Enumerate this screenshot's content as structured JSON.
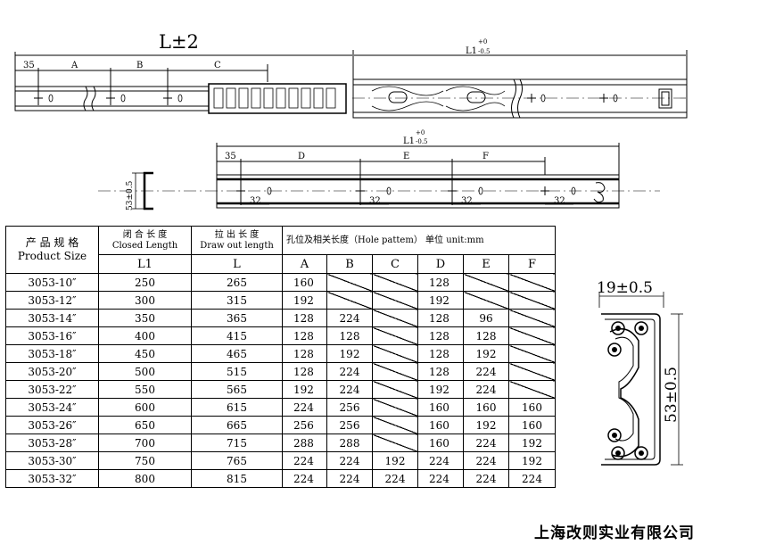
{
  "top_view": {
    "overall_label": "L±2",
    "segment_labels": [
      "35",
      "A",
      "B",
      "C"
    ],
    "right_label_main": "L1",
    "right_label_sup": "+0",
    "right_label_sub": "-0.5"
  },
  "middle_view": {
    "overall_main": "L1",
    "overall_sup": "+0",
    "overall_sub": "-0.5",
    "segment_labels": [
      "35",
      "D",
      "E",
      "F"
    ],
    "hole_labels": [
      "32",
      "32",
      "32",
      "32"
    ],
    "height_label": "53±0.5"
  },
  "section_view": {
    "width_label": "19±0.5",
    "height_label": "53±0.5"
  },
  "table": {
    "header": {
      "size_cn": "产 品 规 格",
      "size_en": "Product Size",
      "closed_cn": "闭 合 长 度",
      "closed_en": "Closed Length",
      "draw_cn": "拉 出 长 度",
      "draw_en": "Draw out length",
      "hole_title": "孔位及相关长度（Hole pattem） 单位 unit:mm",
      "col_l1": "L1",
      "col_l": "L",
      "cols": [
        "A",
        "B",
        "C",
        "D",
        "E",
        "F"
      ]
    },
    "rows": [
      {
        "size": "3053-10″",
        "l1": "250",
        "l": "265",
        "a": "160",
        "b": "",
        "c": "",
        "d": "128",
        "e": "",
        "f": ""
      },
      {
        "size": "3053-12″",
        "l1": "300",
        "l": "315",
        "a": "192",
        "b": "",
        "c": "",
        "d": "192",
        "e": "",
        "f": ""
      },
      {
        "size": "3053-14″",
        "l1": "350",
        "l": "365",
        "a": "128",
        "b": "224",
        "c": "",
        "d": "128",
        "e": "96",
        "f": ""
      },
      {
        "size": "3053-16″",
        "l1": "400",
        "l": "415",
        "a": "128",
        "b": "128",
        "c": "",
        "d": "128",
        "e": "128",
        "f": ""
      },
      {
        "size": "3053-18″",
        "l1": "450",
        "l": "465",
        "a": "128",
        "b": "192",
        "c": "",
        "d": "128",
        "e": "192",
        "f": ""
      },
      {
        "size": "3053-20″",
        "l1": "500",
        "l": "515",
        "a": "128",
        "b": "224",
        "c": "",
        "d": "128",
        "e": "224",
        "f": ""
      },
      {
        "size": "3053-22″",
        "l1": "550",
        "l": "565",
        "a": "192",
        "b": "224",
        "c": "",
        "d": "192",
        "e": "224",
        "f": ""
      },
      {
        "size": "3053-24″",
        "l1": "600",
        "l": "615",
        "a": "224",
        "b": "256",
        "c": "",
        "d": "160",
        "e": "160",
        "f": "160"
      },
      {
        "size": "3053-26″",
        "l1": "650",
        "l": "665",
        "a": "256",
        "b": "256",
        "c": "",
        "d": "160",
        "e": "192",
        "f": "160"
      },
      {
        "size": "3053-28″",
        "l1": "700",
        "l": "715",
        "a": "288",
        "b": "288",
        "c": "",
        "d": "160",
        "e": "224",
        "f": "192"
      },
      {
        "size": "3053-30″",
        "l1": "750",
        "l": "765",
        "a": "224",
        "b": "224",
        "c": "192",
        "d": "224",
        "e": "224",
        "f": "192"
      },
      {
        "size": "3053-32″",
        "l1": "800",
        "l": "815",
        "a": "224",
        "b": "224",
        "c": "224",
        "d": "224",
        "e": "224",
        "f": "224"
      }
    ]
  },
  "company": "上海改则实业有限公司"
}
